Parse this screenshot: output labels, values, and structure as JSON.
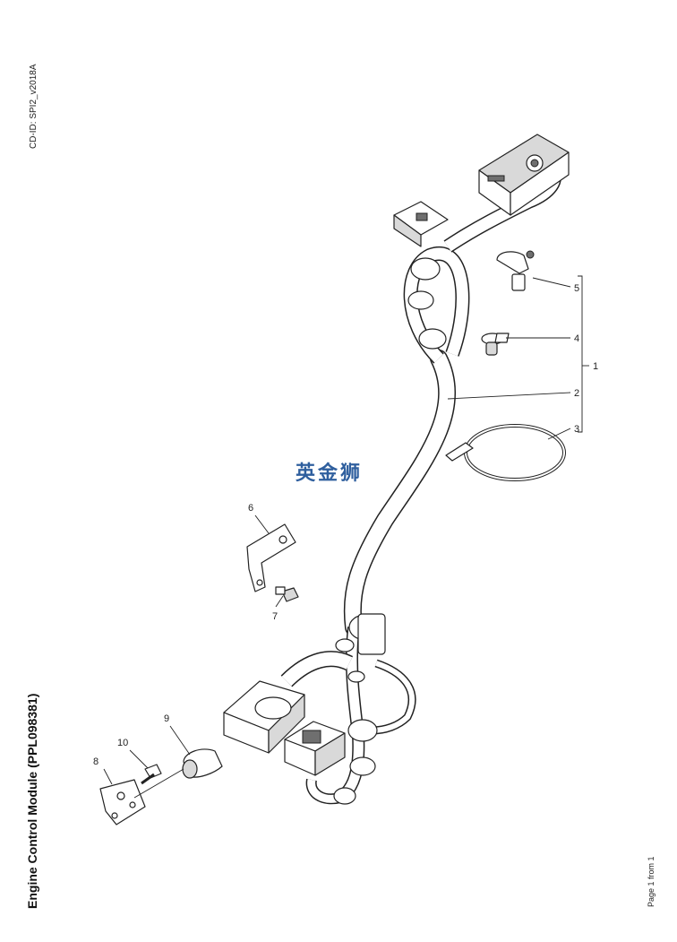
{
  "document": {
    "cd_id": "CD-ID: SPI2_v2018A",
    "title": "Engine Control Module (PPL098381)",
    "page_info": "Page 1 from 1",
    "watermark": "英金狮"
  },
  "diagram": {
    "callouts": [
      {
        "id": "1",
        "label": "1"
      },
      {
        "id": "2",
        "label": "2"
      },
      {
        "id": "3",
        "label": "3"
      },
      {
        "id": "4",
        "label": "4"
      },
      {
        "id": "5",
        "label": "5"
      },
      {
        "id": "6",
        "label": "6"
      },
      {
        "id": "7",
        "label": "7"
      },
      {
        "id": "8",
        "label": "8"
      },
      {
        "id": "9",
        "label": "9"
      },
      {
        "id": "10",
        "label": "10"
      }
    ]
  }
}
